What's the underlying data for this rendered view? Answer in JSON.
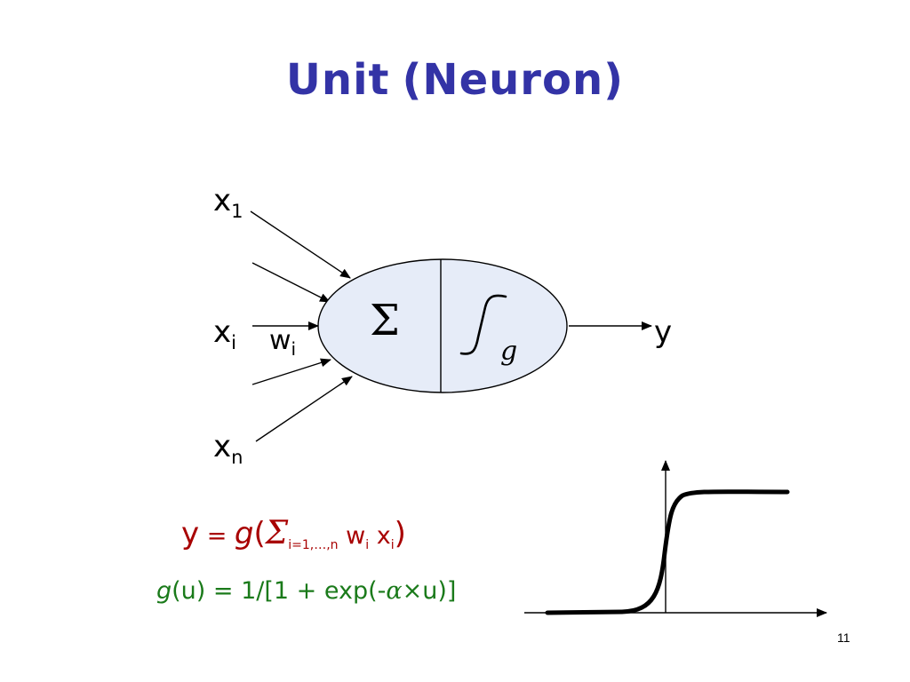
{
  "title": {
    "word1": "Unit",
    "word2": "(Neuron)"
  },
  "inputs": {
    "x1": {
      "base": "x",
      "sub": "1"
    },
    "xi": {
      "base": "x",
      "sub": "i"
    },
    "wi": {
      "base": "w",
      "sub": "i"
    },
    "xn": {
      "base": "x",
      "sub": "n"
    }
  },
  "neuron": {
    "sum_symbol": "Σ",
    "activation_label": "g"
  },
  "output_label": "y",
  "equation1": {
    "lhs": "y",
    "eq": " = ",
    "g": "g",
    "open": "(",
    "sigma": "Σ",
    "sigma_sub": "i=1,…,n",
    "w": "w",
    "w_sub": "i",
    "x": "x",
    "x_sub": "i",
    "close": ")"
  },
  "equation2": {
    "g": "g",
    "rest1": "(u) = 1/[1 + exp(-",
    "alpha": "α",
    "times": "×",
    "rest2": "u)]"
  },
  "page_number": "11",
  "colors": {
    "title": "#3333a6",
    "neuron_fill": "#e6ecf8",
    "equation1": "#a80000",
    "equation2": "#1a7a1a"
  }
}
